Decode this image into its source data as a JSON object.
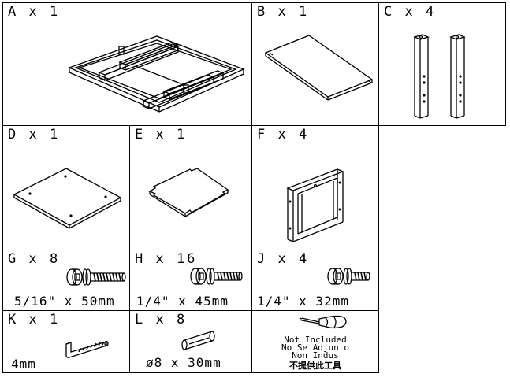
{
  "parts": {
    "A": {
      "label": "A x 1"
    },
    "B": {
      "label": "B x 1"
    },
    "C": {
      "label": "C x 4"
    },
    "D": {
      "label": "D x 1"
    },
    "E": {
      "label": "E x 1"
    },
    "F": {
      "label": "F x 4"
    },
    "G": {
      "label": "G x 8",
      "size": "5/16\" x 50mm"
    },
    "H": {
      "label": "H x 16",
      "size": "1/4\" x 45mm"
    },
    "J": {
      "label": "J x 4",
      "size": "1/4\" x 32mm"
    },
    "K": {
      "label": "K x 1",
      "size": "4mm"
    },
    "L": {
      "label": "L x 8",
      "size": "ø8 x 30mm"
    }
  },
  "tools_note": {
    "lines": [
      "Not Included",
      "No Se Adjunto",
      "Non Indus"
    ],
    "chinese": "不提供此工具"
  }
}
